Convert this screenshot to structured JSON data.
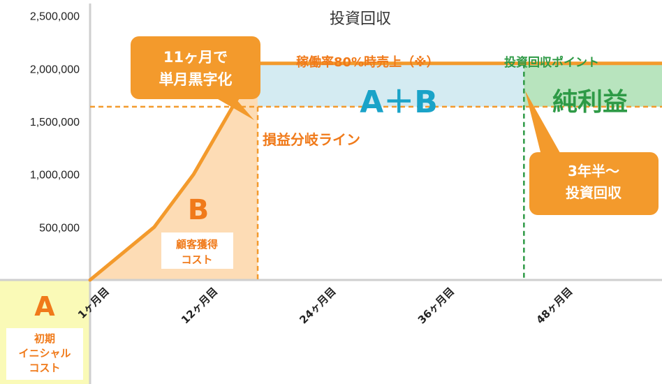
{
  "chart_data": {
    "type": "line",
    "title": "投資回収",
    "y_ticks": [
      "2,500,000",
      "2,000,000",
      "1,500,000",
      "1,000,000",
      "500,000"
    ],
    "y_tick_values": [
      2500000,
      2000000,
      1500000,
      1000000,
      500000
    ],
    "x_ticks": [
      "1ヶ月目",
      "12ヶ月目",
      "24ヶ月目",
      "36ヶ月目",
      "48ヶ月目"
    ],
    "x_tick_values": [
      1,
      12,
      24,
      36,
      48
    ],
    "xlim": [
      0,
      58
    ],
    "ylim": [
      0,
      2650000
    ],
    "grid": false,
    "series": [
      {
        "x": [
          0,
          6.5,
          10.5,
          17,
          58
        ],
        "y": [
          0,
          500000,
          1000000,
          2050000,
          2050000
        ]
      }
    ],
    "breakeven_y": 1640000,
    "breakeven_x": 17,
    "payback_x": 44,
    "colors": {
      "line": "#f39a2c",
      "b_fill": "#fddcb5",
      "ab_fill": "#d4ebf2",
      "profit_fill": "#b8e4be",
      "a_fill": "#fafab7",
      "orange_text": "#f07a1a",
      "green": "#2e9a46",
      "blue_text": "#1aa3c8",
      "callout": "#f39a2c"
    },
    "annotations": {
      "callout_1": [
        "11ヶ月で",
        "単月黒字化"
      ],
      "rate_label": "稼働率80%時売上（※）",
      "payback_point_label": "投資回収ポイント",
      "ab_label": "A＋B",
      "profit_label": "純利益",
      "breakeven_label": "損益分岐ライン",
      "b_letter": "B",
      "b_sub": [
        "顧客獲得",
        "コスト"
      ],
      "callout_2": [
        "3年半〜",
        "投資回収"
      ],
      "a_letter": "A",
      "a_sub": [
        "初期",
        "イニシャル",
        "コスト"
      ]
    }
  }
}
